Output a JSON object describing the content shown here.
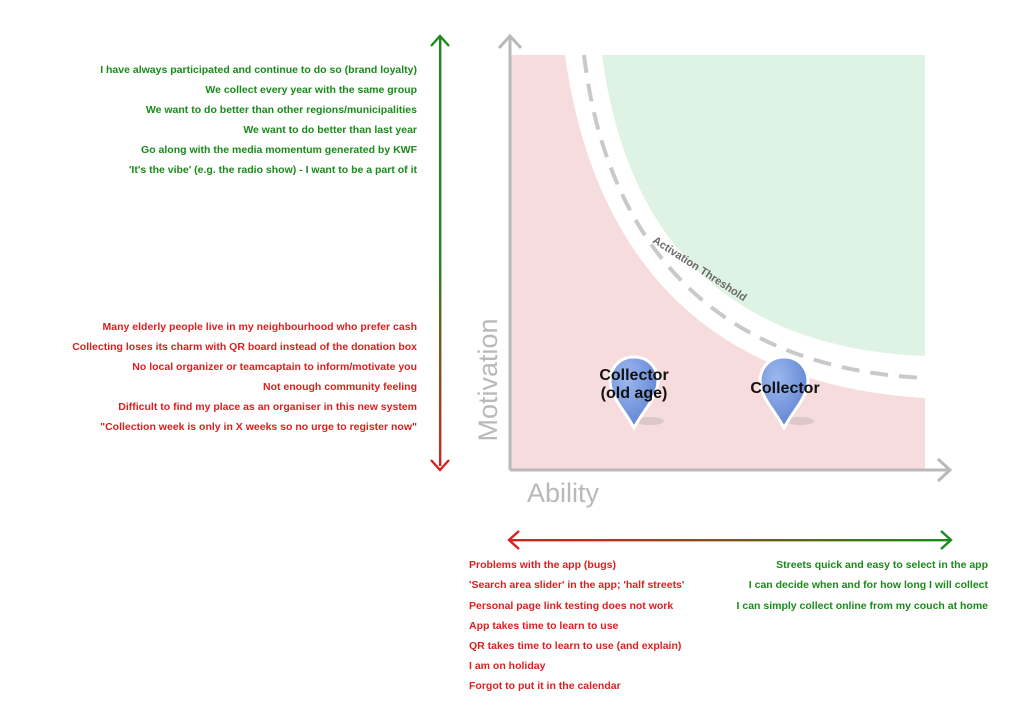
{
  "diagram": {
    "axis_labels": {
      "y": "Motivation",
      "x": "Ability"
    },
    "threshold_label": "Activation Threshold",
    "markers": [
      {
        "line1": "Collector",
        "line2": "(old age)"
      },
      {
        "line1": "Collector"
      }
    ],
    "motivation_positive": [
      "I have always participated and continue to do so (brand loyalty)",
      "We collect every year with the same group",
      "We want to do better than other regions/municipalities",
      "We want to do better than last year",
      "Go along with the media momentum generated by KWF",
      "'It's the vibe' (e.g. the radio show) - I want to be a part of it"
    ],
    "motivation_negative": [
      "Many elderly people live in my neighbourhood who prefer cash",
      "Collecting loses its charm with QR board instead of the donation box",
      "No local organizer or teamcaptain to inform/motivate you",
      "Not enough community feeling",
      "Difficult to find my place as an organiser in this new system",
      "\"Collection week is only in X weeks so no urge to register now\""
    ],
    "ability_negative": [
      "Problems with the app (bugs)",
      "'Search area slider' in the app; 'half streets'",
      "Personal page link testing does not work",
      "App takes time to learn to use",
      "QR takes time to learn to use (and explain)",
      "I am on holiday",
      "Forgot to put it in the calendar"
    ],
    "ability_positive": [
      "Streets quick and easy to select in the app",
      "I can decide when and for how long I will collect",
      "I can simply collect online from my couch at home"
    ],
    "colors": {
      "positive_text": "#1a8a1a",
      "negative_text": "#dd1f1f",
      "below_threshold_fill": "#f6dcdc",
      "above_threshold_fill": "#dff3e4",
      "axis": "#b9b9b9",
      "marker": "#6f93d8"
    }
  }
}
